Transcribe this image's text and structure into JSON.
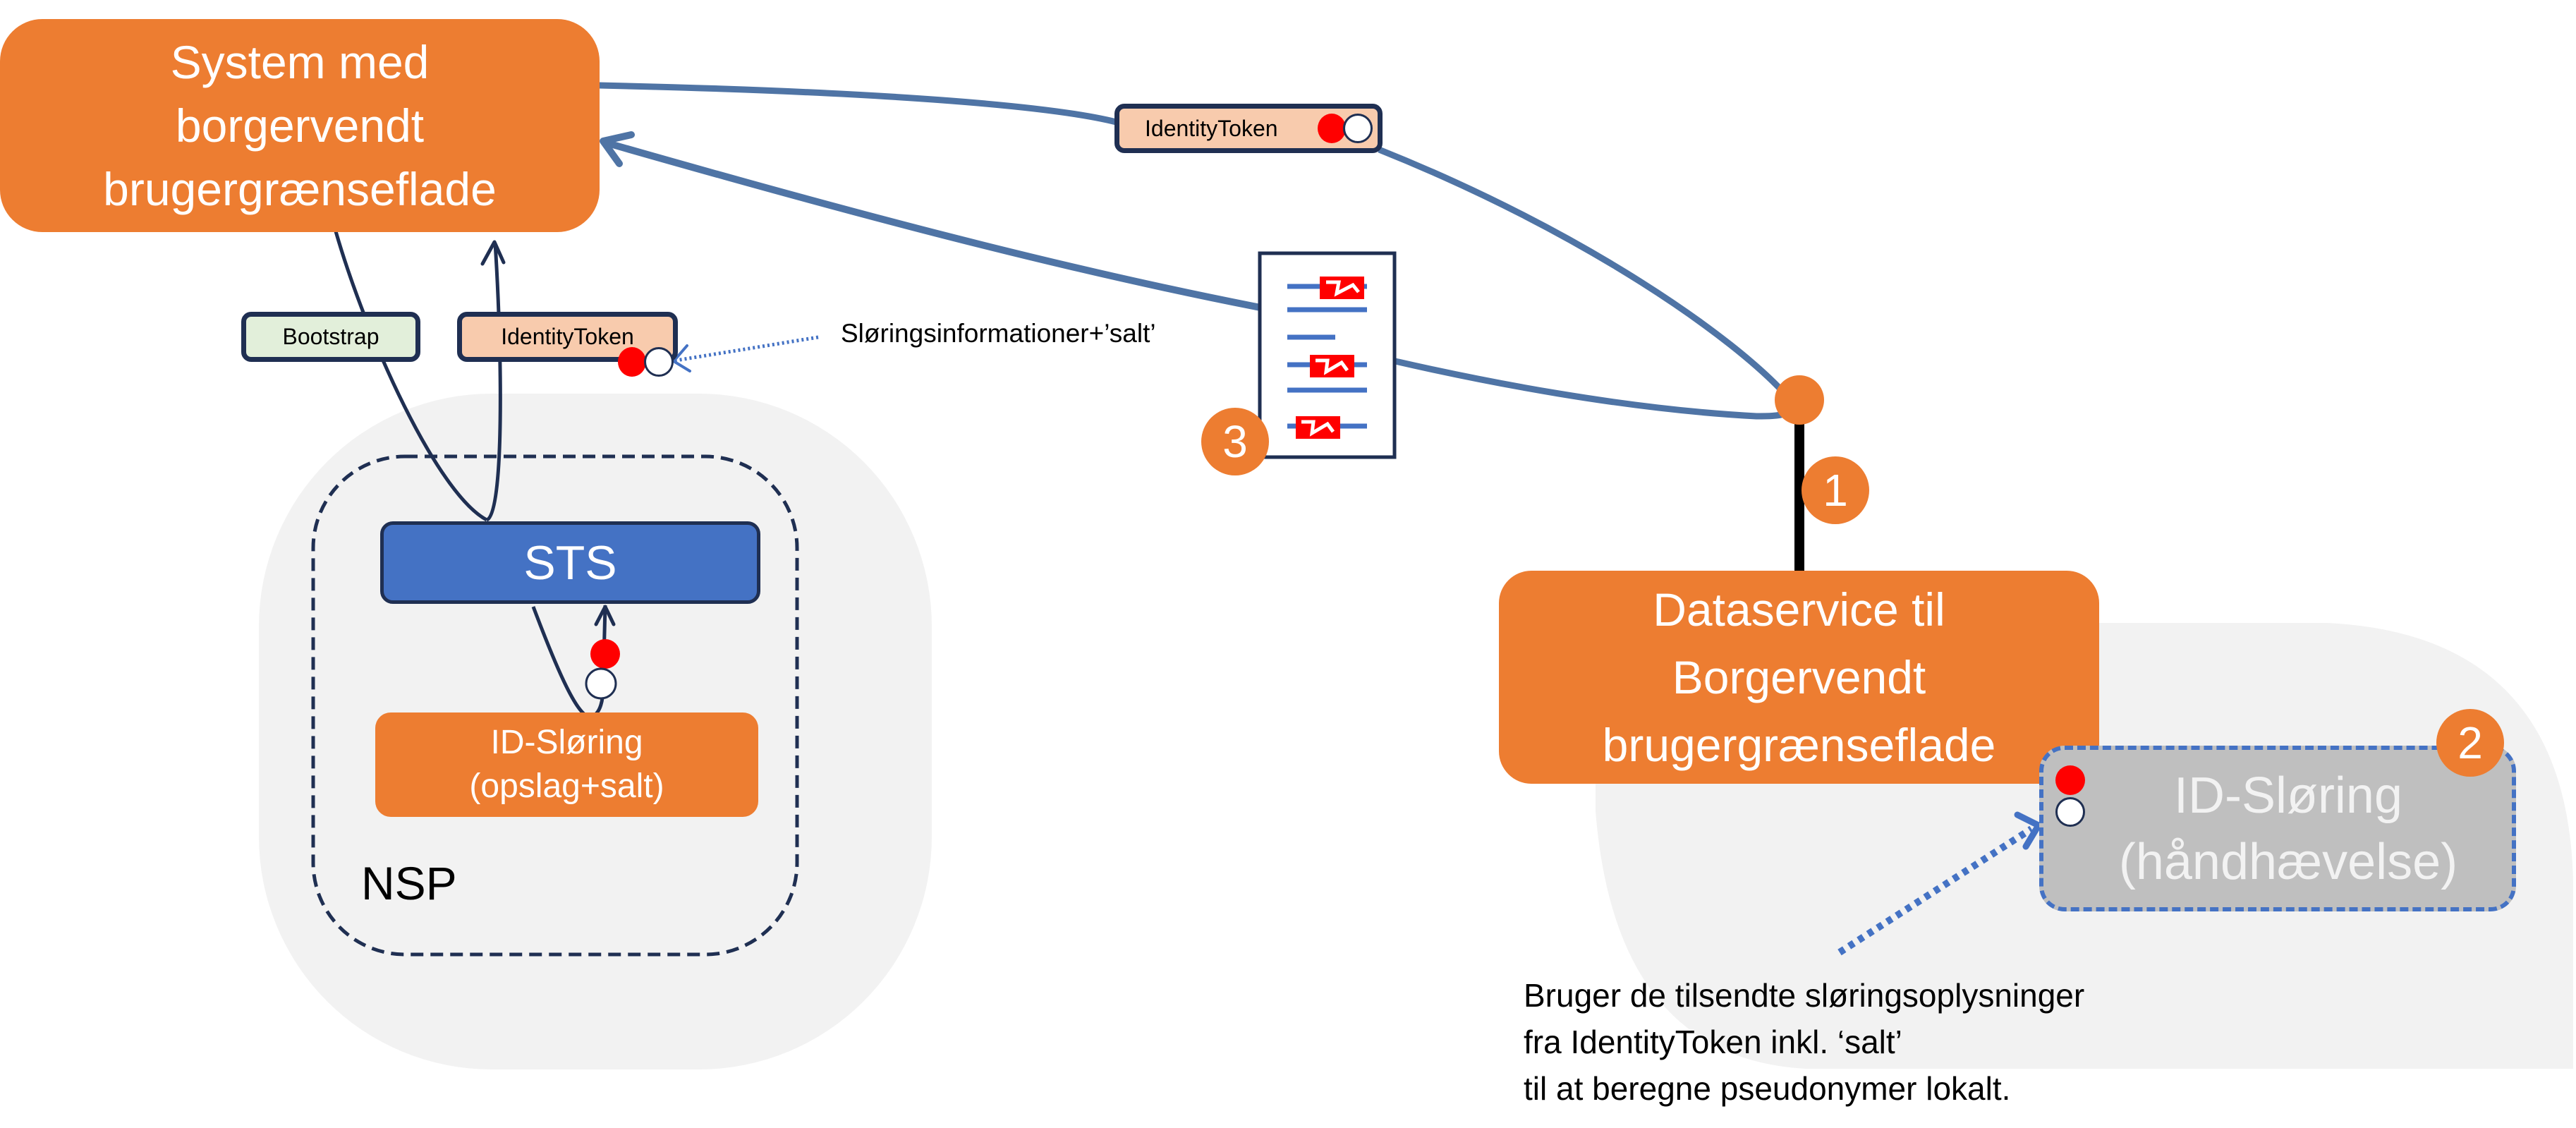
{
  "colors": {
    "orange": "#ed7d31",
    "blue_box": "#4472c4",
    "connector_blue": "#4f74a5",
    "dark_navy": "#1f2f52",
    "light_gray_region": "#f2f2f2",
    "gray_box": "#bfbfbf",
    "bootstrap_fill": "#e2efda",
    "token_fill": "#f8cbad",
    "red_dot": "#ff0000",
    "white_dot": "#ffffff",
    "dotted_arrow": "#4472c4"
  },
  "nodes": {
    "citizen_system": {
      "lines": [
        "System med",
        "borgervendt",
        "brugergrænseflade"
      ]
    },
    "sts": {
      "label": "STS"
    },
    "id_sloring_nsp": {
      "lines": [
        "ID-Sløring",
        "(opslag+salt)"
      ]
    },
    "nsp": {
      "label": "NSP"
    },
    "dataservice": {
      "lines": [
        "Dataservice til",
        "Borgervendt",
        "brugergrænseflade"
      ]
    },
    "id_sloring_enforce": {
      "lines": [
        "ID-Sløring",
        "(håndhævelse)"
      ]
    }
  },
  "tokens": {
    "bootstrap": {
      "label": "Bootstrap"
    },
    "identity_token_left": {
      "label": "IdentityToken"
    },
    "identity_token_top": {
      "label": "IdentityToken"
    }
  },
  "annotations": {
    "sloring_info": "Sløringsinformationer+’salt’",
    "usage_note": [
      "Bruger de tilsendte sløringsoplysninger",
      "fra IdentityToken inkl. ‘salt’",
      "til at beregne pseudonymer lokalt."
    ]
  },
  "badges": [
    {
      "id": "badge-1",
      "label": "1"
    },
    {
      "id": "badge-2",
      "label": "2"
    },
    {
      "id": "badge-3",
      "label": "3"
    }
  ],
  "icons": {
    "document": "pseudonymized-document-icon",
    "identity_dots": "identity-dots-icon"
  }
}
